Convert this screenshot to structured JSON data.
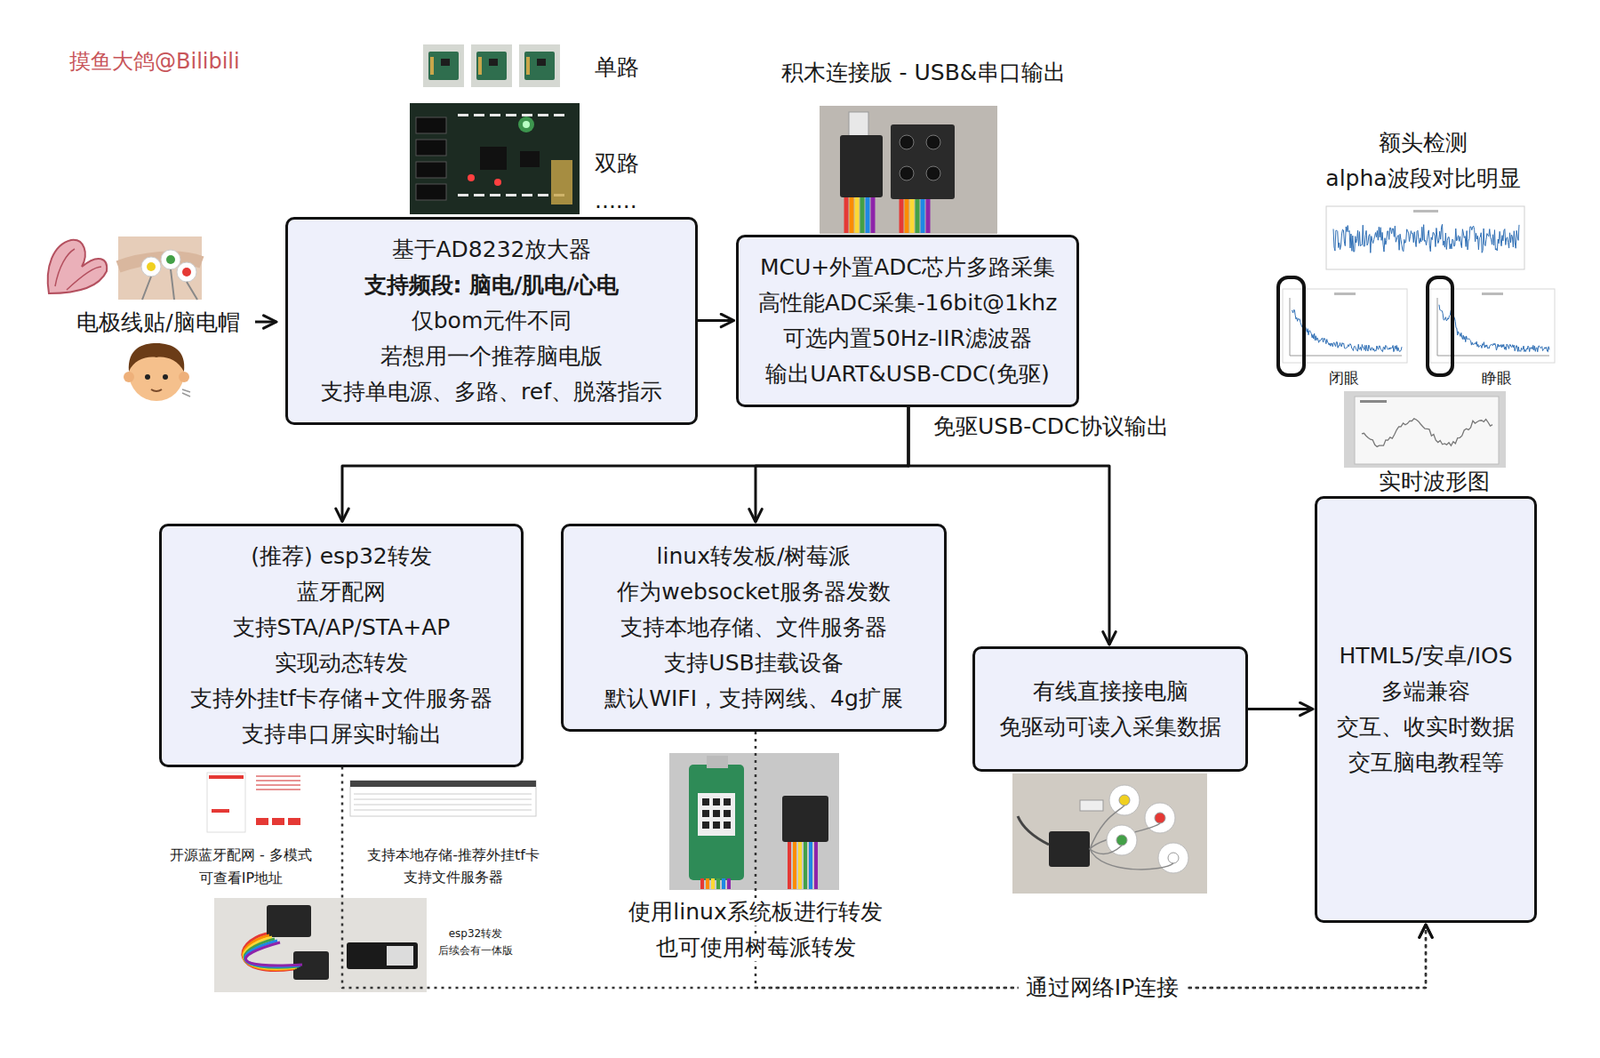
{
  "diagram": {
    "nodes": [
      {
        "text": [
          "基于AD8232放大器",
          "支持频段: 脑电/肌电/心电",
          "仅bom元件不同",
          "若想用一个推荐脑电版",
          "支持单电源、多路、ref、脱落指示"
        ]
      },
      {
        "text": [
          "MCU+外置ADC芯片多路采集",
          "高性能ADC采集-16bit@1khz",
          "可选内置50Hz-IIR滤波器",
          "输出UART&USB-CDC(免驱)"
        ]
      },
      {
        "text": [
          "(推荐) esp32转发",
          "蓝牙配网",
          "支持STA/AP/STA+AP",
          "实现动态转发",
          "支持外挂tf卡存储+文件服务器",
          "支持串口屏实时输出"
        ]
      },
      {
        "text": [
          "linux转发板/树莓派",
          "作为websocket服务器发数",
          "支持本地存储、文件服务器",
          "支持USB挂载设备",
          "默认WIFI，支持网线、4g扩展"
        ]
      },
      {
        "text": [
          "有线直接接电脑",
          "免驱动可读入采集数据"
        ]
      },
      {
        "text": [
          "HTML5/安卓/IOS",
          "多端兼容",
          "交互、收实时数据",
          "交互脑电教程等"
        ]
      }
    ],
    "edges": [
      {
        "from": 0,
        "to": 1,
        "arrow": "to"
      },
      {
        "from": 1,
        "to": 2,
        "arrow": "to",
        "label": "免驱USB-CDC协议输出"
      },
      {
        "from": 1,
        "to": 3,
        "arrow": "to"
      },
      {
        "from": 1,
        "to": 4,
        "arrow": "to"
      },
      {
        "from": 4,
        "to": 5,
        "arrow": "to"
      },
      {
        "from": 2,
        "to": 5,
        "arrow": "to",
        "label": "通过网络IP连接"
      },
      {
        "from": 3,
        "to": 5,
        "arrow": "to"
      }
    ],
    "labels": [
      "摸鱼大鸽@Bilibili",
      "单路",
      "双路",
      "......",
      "积木连接版 - USB&串口输出",
      "额头检测",
      "alpha波段对比明显",
      "闭眼",
      "睁眼",
      "实时波形图",
      "电极线贴/脑电帽",
      "开源蓝牙配网 - 多模式",
      "可查看IP地址",
      "支持本地存储-推荐外挂tf卡",
      "支持文件服务器",
      "esp32转发",
      "后续会有一体版",
      "使用linux系统板进行转发",
      "也可使用树莓派转发"
    ]
  }
}
